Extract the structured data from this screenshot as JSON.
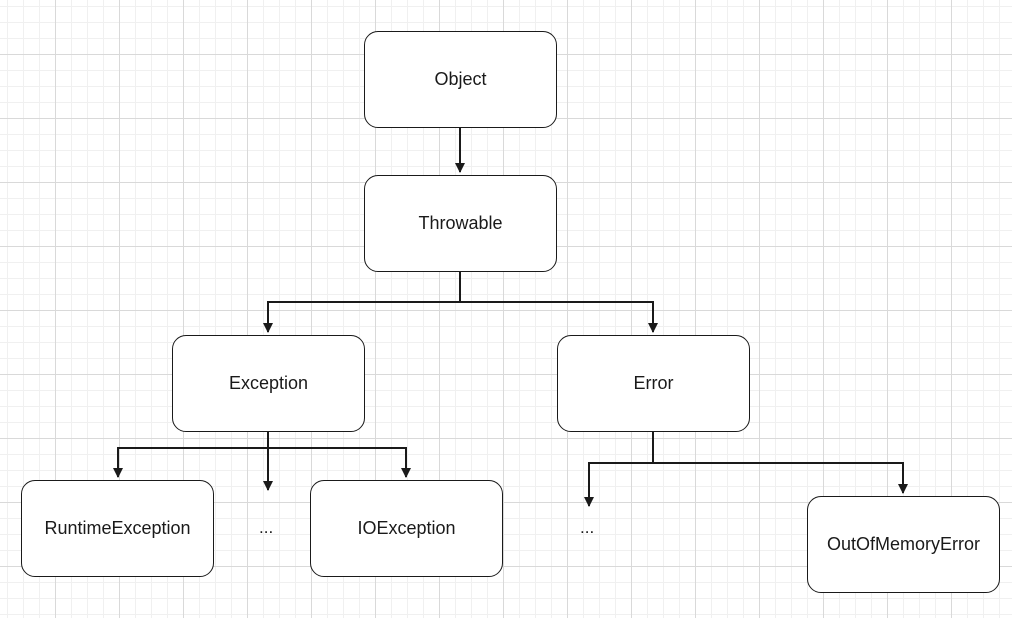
{
  "nodes": {
    "object": "Object",
    "throwable": "Throwable",
    "exception": "Exception",
    "error": "Error",
    "runtime_exception": "RuntimeException",
    "io_exception": "IOException",
    "out_of_memory_error": "OutOfMemoryError"
  },
  "ellipses": {
    "exception_more": "...",
    "error_more": "..."
  },
  "colors": {
    "stroke": "#1a1a1a",
    "grid": "#d9d9d9",
    "background": "#ffffff"
  }
}
